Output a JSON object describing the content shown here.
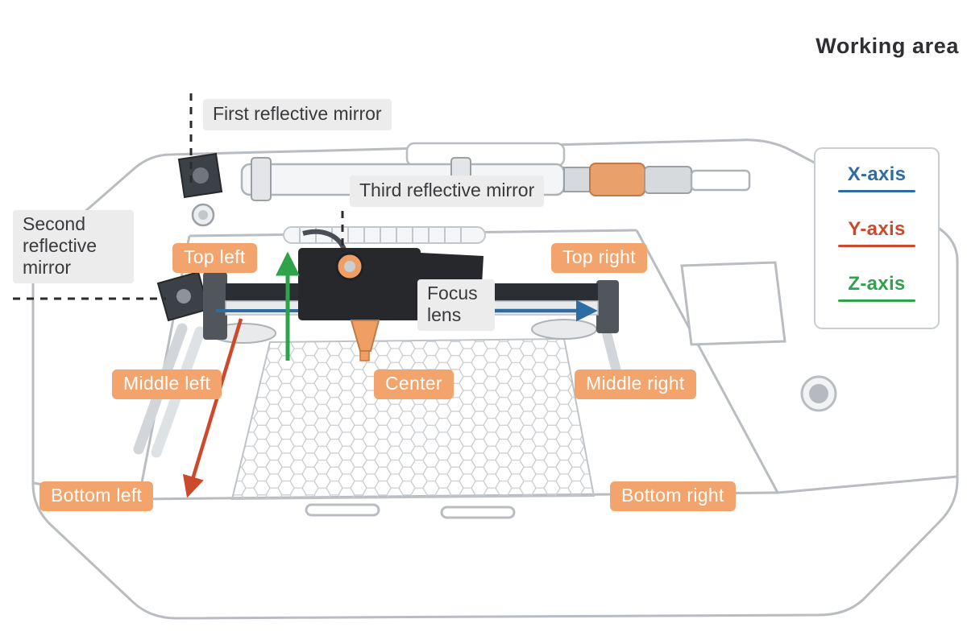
{
  "title": "Working area",
  "legend": {
    "items": [
      {
        "id": "x-axis",
        "label": "X-axis",
        "color": "#2e6da4"
      },
      {
        "id": "y-axis",
        "label": "Y-axis",
        "color": "#cc4a2b"
      },
      {
        "id": "z-axis",
        "label": "Z-axis",
        "color": "#2fa34c"
      }
    ]
  },
  "component_labels": {
    "first_mirror": "First reflective mirror",
    "second_mirror": "Second reflective mirror",
    "third_mirror": "Third reflective mirror",
    "focus_lens": "Focus lens"
  },
  "position_labels": {
    "top_left": "Top left",
    "top_right": "Top right",
    "middle_left": "Middle left",
    "center": "Center",
    "middle_right": "Middle right",
    "bottom_left": "Bottom left",
    "bottom_right": "Bottom right"
  },
  "colors": {
    "position_label_bg": "#f2a46c",
    "position_label_text": "#ffffff",
    "component_label_bg": "#ececec",
    "component_label_text": "#3a3a3e",
    "x_axis": "#2e6da4",
    "y_axis": "#cc4a2b",
    "z_axis": "#2fa34c",
    "machine_outline": "#b9bdc2",
    "laser_head": "#26282b",
    "accent_orange": "#ef9f63"
  }
}
